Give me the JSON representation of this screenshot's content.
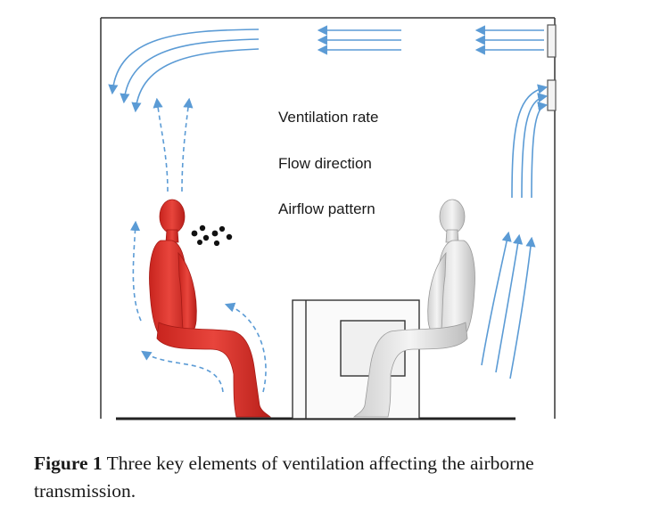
{
  "labels": {
    "ventilation_rate": "Ventilation rate",
    "flow_direction": "Flow direction",
    "airflow_pattern": "Airflow pattern"
  },
  "caption": {
    "prefix": "Figure 1",
    "text": "Three key elements of ventilation affecting the airborne transmission."
  },
  "colors": {
    "airflow": "#5b9bd5",
    "infected_person": "#d9362f",
    "susceptible_person": "#e6e6e6",
    "droplets": "#111111",
    "room_outline": "#333333"
  }
}
